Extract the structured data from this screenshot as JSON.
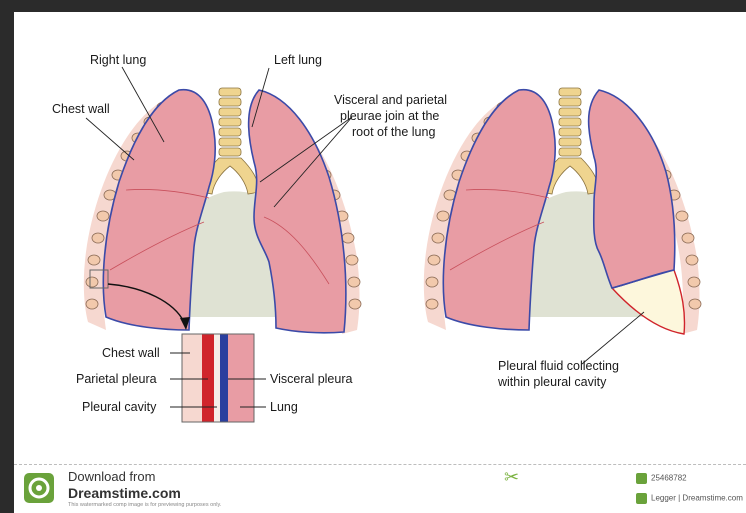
{
  "labels": {
    "right_lung": "Right lung",
    "left_lung": "Left lung",
    "chest_wall": "Chest wall",
    "visceral_parietal_line1": "Visceral and parietal",
    "visceral_parietal_line2": "pleurae join at the",
    "visceral_parietal_line3": "root of the lung",
    "inset_chest_wall": "Chest wall",
    "inset_parietal_pleura": "Parietal pleura",
    "inset_pleural_cavity": "Pleural cavity",
    "inset_visceral_pleura": "Visceral pleura",
    "inset_lung": "Lung",
    "fluid_line1": "Pleural fluid collecting",
    "fluid_line2": "within pleural cavity"
  },
  "footer": {
    "download_from": "Download from",
    "site": "Dreamstime.com",
    "disclaimer": "This watermarked comp image is for previewing purposes only.",
    "image_id": "25468782",
    "credit": "Legger | Dreamstime.com"
  },
  "colors": {
    "lung_fill": "#e79aa3",
    "lung_outline": "#3b4aa8",
    "chest_wall": "#f6d6cf",
    "rib": "#f1c7a8",
    "spine": "#efd48f",
    "diaphragm_shadow": "#dde0d0",
    "fluid": "#fdf7dc",
    "parietal_red": "#d0242b",
    "visceral_blue": "#2a3f9e"
  }
}
